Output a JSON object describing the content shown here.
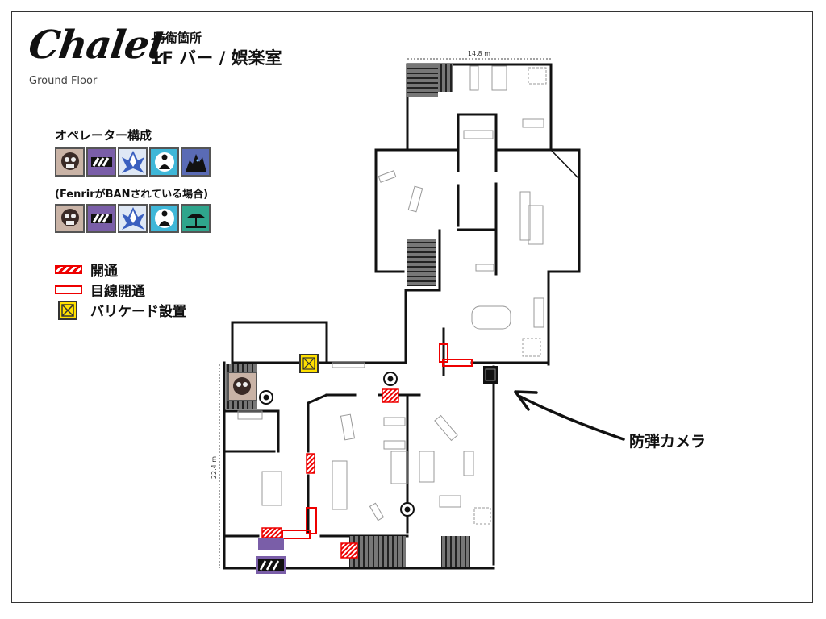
{
  "header": {
    "logo": "Chalet",
    "title_small": "防衛箇所",
    "title_large": "1F バー / 娯楽室",
    "floor": "Ground Floor"
  },
  "operators": {
    "title": "オペレーター構成",
    "note": "(FenrirがBANされている場合)"
  },
  "legend": {
    "open": "開通",
    "sightline": "目線開通",
    "barricade": "バリケード設置"
  },
  "map": {
    "dimension_top": "14.8 m",
    "dimension_left": "22.4 m",
    "camera_label": "防弾カメラ"
  },
  "colors": {
    "red": "#e00000",
    "barricade": "#ffe000",
    "operator_bg": "#7a5ea8",
    "ice_blue": "#3fb7d8"
  }
}
